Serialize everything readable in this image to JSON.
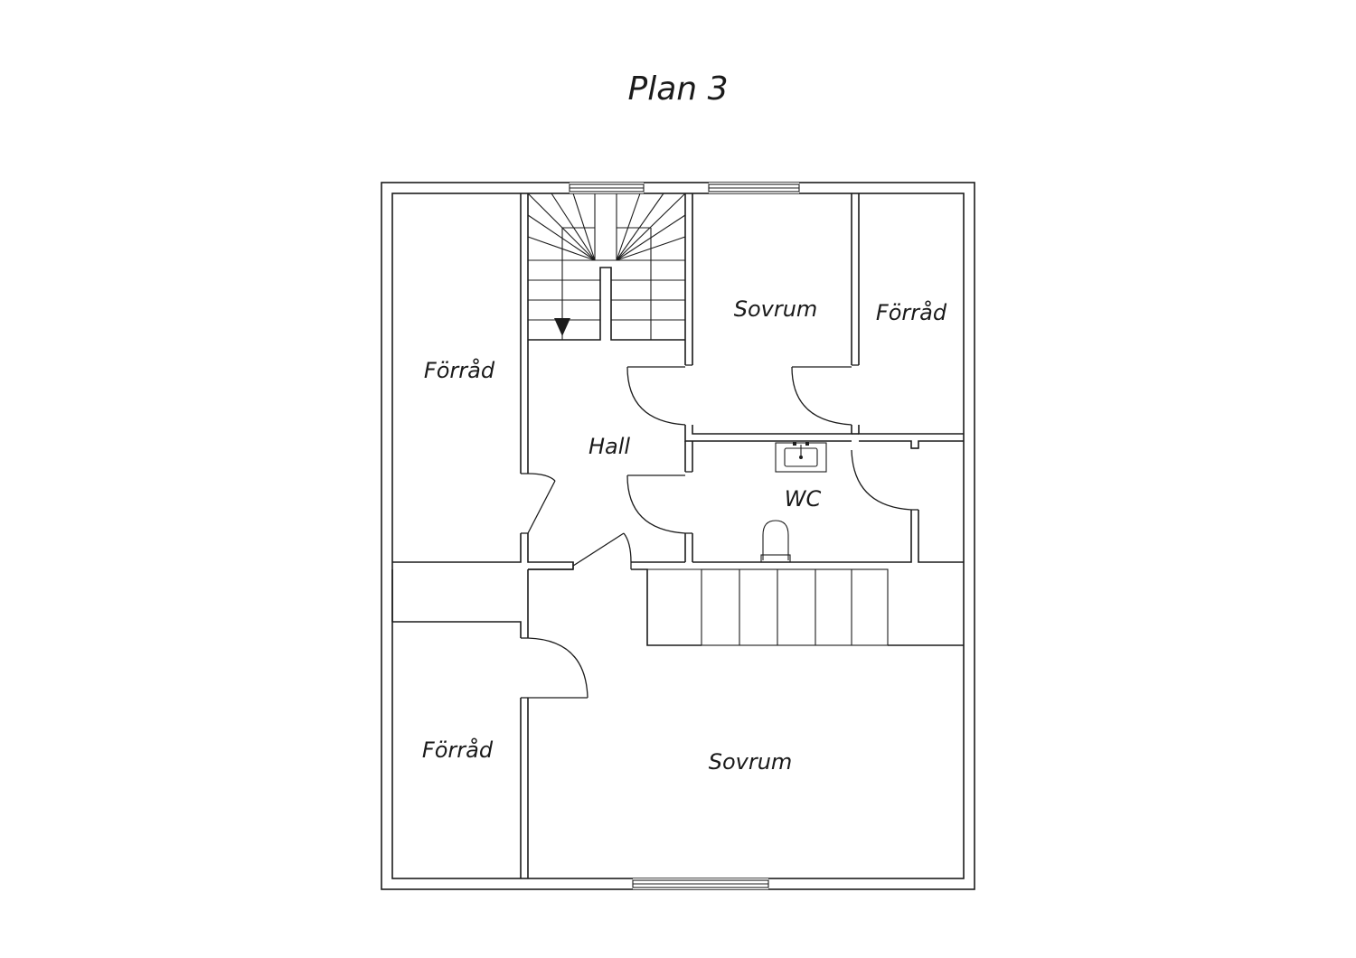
{
  "title": "Plan 3",
  "rooms": [
    {
      "id": "forrad-left-top",
      "label": "Förråd"
    },
    {
      "id": "sovrum-top",
      "label": "Sovrum"
    },
    {
      "id": "forrad-right-top",
      "label": "Förråd"
    },
    {
      "id": "hall",
      "label": "Hall"
    },
    {
      "id": "wc",
      "label": "WC"
    },
    {
      "id": "forrad-left-bottom",
      "label": "Förråd"
    },
    {
      "id": "sovrum-bottom",
      "label": "Sovrum"
    }
  ],
  "colors": {
    "line": "#1c1c1c",
    "background": "#ffffff"
  }
}
